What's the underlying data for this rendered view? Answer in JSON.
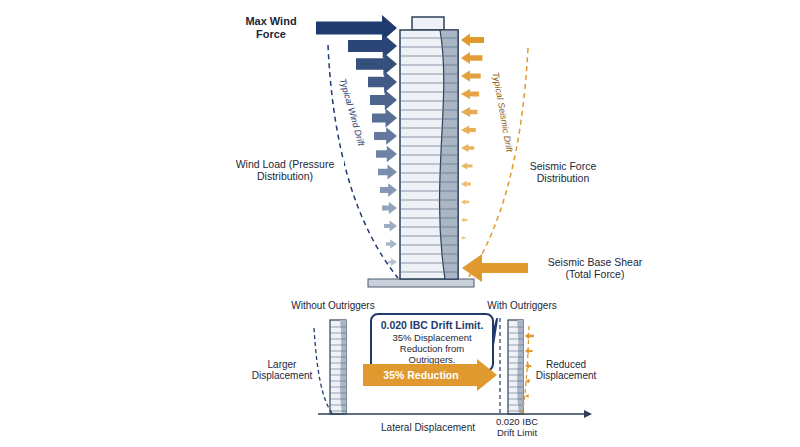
{
  "diagram": {
    "nodes": [
      {
        "text": [
          "0.020 IBC Drift Limit.",
          "35% Displacement Reduction from Outriggers."
        ]
      },
      {
        "text": [
          "35% Reduction"
        ]
      }
    ],
    "labels": [
      "Max Wind Force",
      "Typical Wind Drift",
      "Wind Load (Pressure Distribution)",
      "Typical Seismic Drift",
      "Seismic Force Distribution",
      "Seismic Base Shear (Total Force)",
      "Without Outriggers",
      "Larger Displacement",
      "With Outriggers",
      "Reduced Displacement",
      "Lateral Displacement",
      "0.020 IBC Drift Limit"
    ]
  }
}
